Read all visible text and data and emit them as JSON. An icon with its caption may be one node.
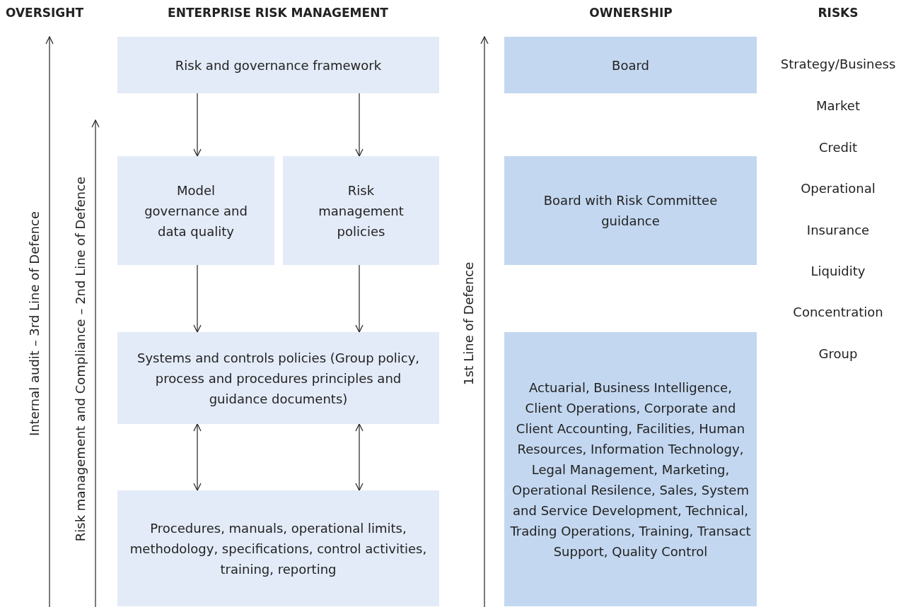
{
  "diagram": {
    "nodes": [
      {
        "text": [
          "Risk and governance framework"
        ]
      },
      {
        "text": [
          "Model governance and data quality"
        ]
      },
      {
        "text": [
          "Risk management policies"
        ]
      },
      {
        "text": [
          "Systems and controls policies (Group policy, process and procedures principles and guidance documents)"
        ]
      },
      {
        "text": [
          "Procedures, manuals, operational limits, methodology, specifications, control activities, training, reporting"
        ]
      },
      {
        "text": [
          "Board"
        ]
      },
      {
        "text": [
          "Board with Risk Committee guidance"
        ]
      },
      {
        "text": [
          "Actuarial, Business Intelligence, Client Operations, Corporate and Client Accounting, Facilities, Human Resources, Information Technology, Legal Management, Marketing, Operational Resilence, Sales, System and Service Development, Technical, Trading Operations, Training, Transact Support, Quality Control"
        ]
      }
    ],
    "edges": [
      {
        "from": 0,
        "to": 1,
        "arrow": "to"
      },
      {
        "from": 0,
        "to": 2,
        "arrow": "to"
      },
      {
        "from": 1,
        "to": 3,
        "arrow": "to"
      },
      {
        "from": 2,
        "to": 3,
        "arrow": "to"
      },
      {
        "from": 3,
        "to": 4,
        "arrow": "both"
      },
      {
        "from": 3,
        "to": 4,
        "arrow": "both"
      }
    ],
    "labels": [
      "OVERSIGHT",
      "ENTERPRISE RISK MANAGEMENT",
      "OWNERSHIP",
      "RISKS",
      "Strategy/Business",
      "Market",
      "Credit",
      "Operational",
      "Insurance",
      "Liquidity",
      "Concentration",
      "Group",
      "Internal audit – 3rd Line of Defence",
      "Risk management and Compliance – 2nd Line of Defence",
      "1st Line of Defence"
    ]
  }
}
